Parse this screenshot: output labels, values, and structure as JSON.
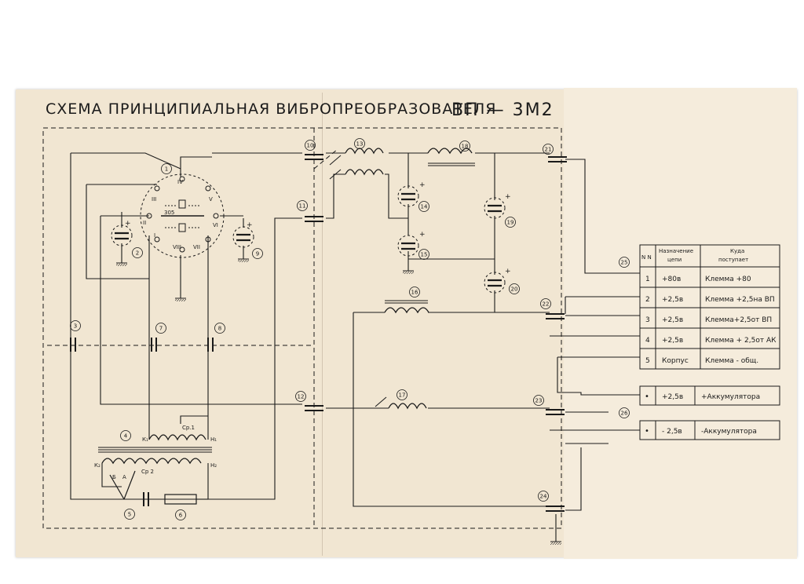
{
  "document": {
    "title": "СХЕМА ПРИНЦИПИАЛЬНАЯ ВИБРОПРЕОБРАЗОВАТЕЛЯ",
    "model": "ВП — 3М2"
  },
  "component_numbers": [
    "1",
    "2",
    "3",
    "4",
    "5",
    "6",
    "7",
    "8",
    "9",
    "10",
    "11",
    "12",
    "13",
    "14",
    "15",
    "16",
    "17",
    "18",
    "19",
    "20",
    "21",
    "22",
    "23",
    "24",
    "25",
    "26"
  ],
  "vibrator_labels": {
    "pin_iv": "IV",
    "pin_iii": "III",
    "pin_v": "V",
    "pin_ii": "II",
    "pin_vi": "VI",
    "pin_i": "I",
    "pin_viii": "VIII",
    "pin_vii": "VII",
    "code": "305"
  },
  "transformer_labels": {
    "k1": "К₁",
    "h1": "Н₁",
    "k2": "К₂",
    "h2": "Н₂",
    "cp1": "Ср.1",
    "cp2": "Ср 2",
    "b": "Б",
    "a": "А"
  },
  "terminal_table": {
    "headers": {
      "num": "N N",
      "purpose_1": "Назначение",
      "purpose_2": "цепи",
      "dest_1": "Куда",
      "dest_2": "поступает"
    },
    "rows": [
      {
        "num": "1",
        "purpose": "+80в",
        "dest": "Клемма +80"
      },
      {
        "num": "2",
        "purpose": "+2,5в",
        "dest": "Клемма +2,5на ВП"
      },
      {
        "num": "3",
        "purpose": "+2,5в",
        "dest": "Клемма+2,5от ВП"
      },
      {
        "num": "4",
        "purpose": "+2,5в",
        "dest": "Клемма + 2,5от АК"
      },
      {
        "num": "5",
        "purpose": "Корпус",
        "dest": "Клемма - общ."
      }
    ]
  },
  "battery_table": {
    "rows": [
      {
        "num": "•",
        "voltage": "+2,5в",
        "dest": "+Аккумулятора"
      },
      {
        "num": "•",
        "voltage": "- 2,5в",
        "dest": "-Аккумулятора"
      }
    ]
  },
  "polarity": {
    "plus": "+"
  },
  "colors": {
    "paper": "#f1e6d2",
    "ink": "#1a1a1a"
  }
}
